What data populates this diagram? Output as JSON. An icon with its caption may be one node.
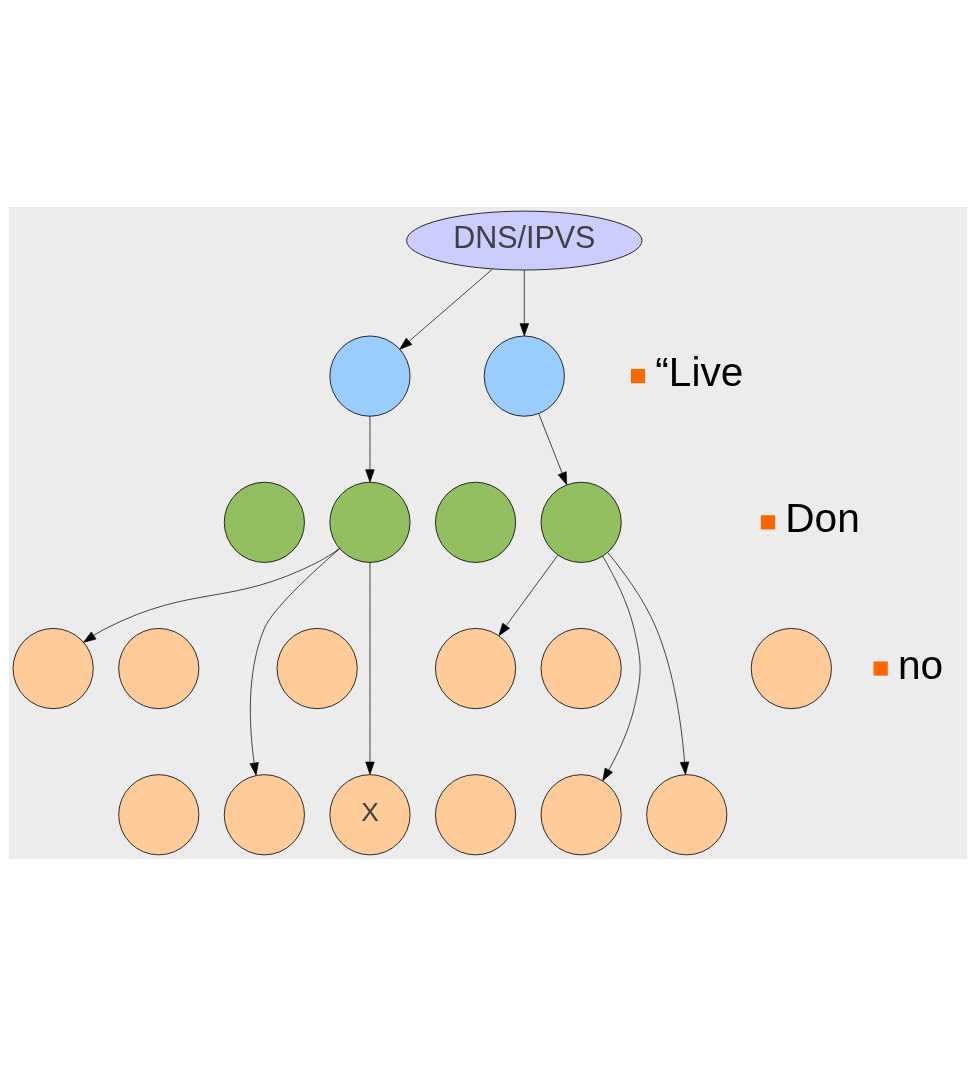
{
  "diagram": {
    "nodes": [
      {
        "text": [
          "DNS/IPVS"
        ]
      },
      {
        "text": [],
        "shape": "circle"
      },
      {
        "text": [],
        "shape": "circle"
      },
      {
        "text": [],
        "shape": "circle"
      },
      {
        "text": [],
        "shape": "circle"
      },
      {
        "text": [],
        "shape": "circle"
      },
      {
        "text": [],
        "shape": "circle"
      },
      {
        "text": [],
        "shape": "circle"
      },
      {
        "text": [],
        "shape": "circle"
      },
      {
        "text": [],
        "shape": "circle"
      },
      {
        "text": [],
        "shape": "circle"
      },
      {
        "text": [],
        "shape": "circle"
      },
      {
        "text": [
          "X"
        ]
      },
      {
        "text": [],
        "shape": "circle"
      },
      {
        "text": [],
        "shape": "circle"
      },
      {
        "text": [],
        "shape": "circle"
      },
      {
        "text": [],
        "shape": "circle"
      },
      {
        "text": [],
        "shape": "circle"
      },
      {
        "text": [],
        "shape": "circle"
      }
    ],
    "edges": [
      {
        "from": 0,
        "to": 1,
        "arrow": "to"
      },
      {
        "from": 0,
        "to": 2,
        "arrow": "to"
      },
      {
        "from": 1,
        "to": 4,
        "arrow": "to"
      },
      {
        "from": 2,
        "to": 6,
        "arrow": "to"
      },
      {
        "from": 4,
        "to": 7,
        "arrow": "to"
      },
      {
        "from": 4,
        "to": 11,
        "arrow": "to"
      },
      {
        "from": 4,
        "to": 12,
        "arrow": "to"
      },
      {
        "from": 6,
        "to": 13,
        "arrow": "to"
      },
      {
        "from": 6,
        "to": 17,
        "arrow": "to"
      },
      {
        "from": 6,
        "to": 18,
        "arrow": "to"
      }
    ],
    "labels": [
      "“Live",
      "Don",
      "no"
    ]
  }
}
